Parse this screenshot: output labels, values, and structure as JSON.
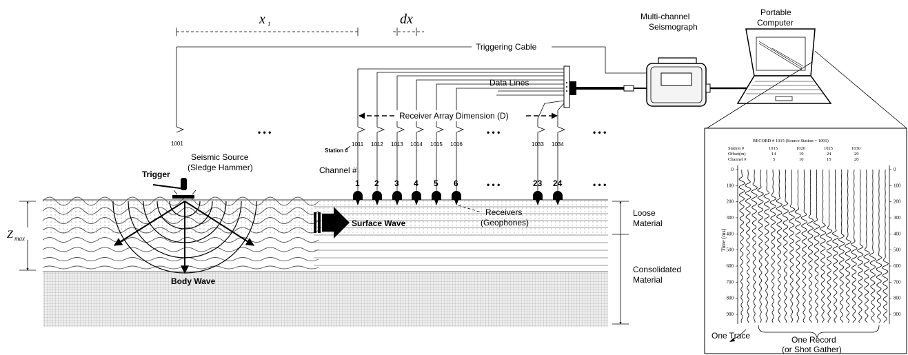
{
  "distances": {
    "x1": "x",
    "x1_sub": "1",
    "dx": "dx"
  },
  "cables": {
    "trigger": "Triggering Cable",
    "data": "Data Lines"
  },
  "devices": {
    "seismograph_line1": "Multi-channel",
    "seismograph_line2": "Seismograph",
    "computer_line1": "Portable",
    "computer_line2": "Computer"
  },
  "array": {
    "dimension": "Receiver Array Dimension (D)"
  },
  "source": {
    "station": "1001",
    "label_line1": "Seismic Source",
    "label_line2": "(Sledge Hammer)",
    "trigger": "Trigger"
  },
  "labels": {
    "station": "Station #",
    "channel": "Channel #",
    "ellipsis": "• • •",
    "receivers_line1": "Receivers",
    "receivers_line2": "(Geophones)",
    "surface_wave": "Surface Wave",
    "body_wave": "Body Wave",
    "zmax": "Z",
    "zmax_sub": "max"
  },
  "stations": [
    "1011",
    "1012",
    "1013",
    "1014",
    "1015",
    "1016",
    "1033",
    "1034"
  ],
  "channels": [
    "1",
    "2",
    "3",
    "4",
    "5",
    "6",
    "23",
    "24"
  ],
  "layers": {
    "loose_line1": "Loose",
    "loose_line2": "Material",
    "consolidated_line1": "Consolidated",
    "consolidated_line2": "Material"
  },
  "record": {
    "title": "RECORD # 1015 (Source Station = 1001)",
    "row_labels": [
      "Station #",
      "Offset(m)",
      "Channel #"
    ],
    "stations": [
      "1015",
      "1020",
      "1025",
      "1030"
    ],
    "offsets": [
      "14",
      "19",
      "24",
      "29"
    ],
    "channels": [
      "5",
      "10",
      "15",
      "20"
    ],
    "time_label": "Time (ms)",
    "time_ticks": [
      "0",
      "100",
      "200",
      "300",
      "400",
      "500",
      "600",
      "700",
      "800",
      "900"
    ],
    "one_trace": "One Trace",
    "one_record_line1": "One Record",
    "one_record_line2": "(or Shot Gather)"
  }
}
